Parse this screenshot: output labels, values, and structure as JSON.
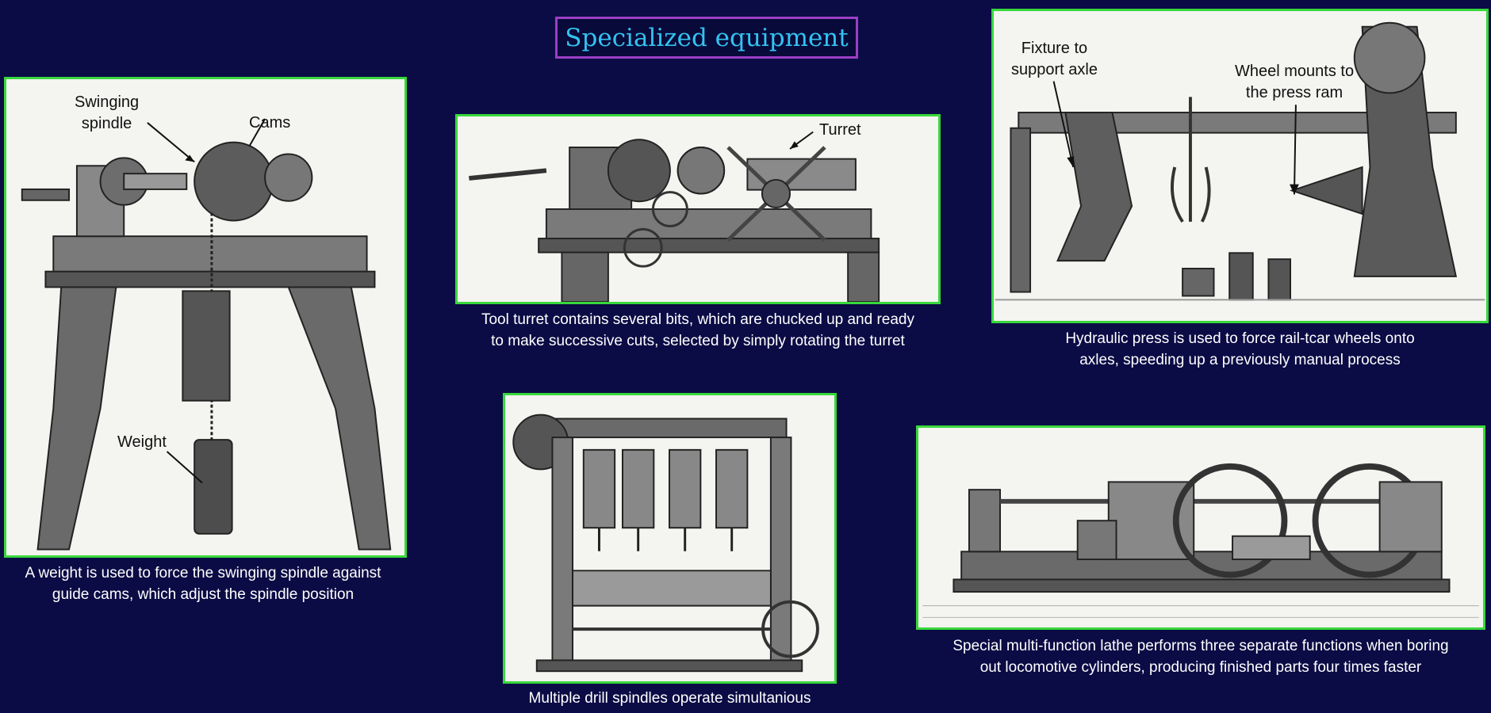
{
  "title": "Specialized equipment",
  "panels": {
    "swing": {
      "caption_line1": "A weight is used to force the swinging spindle against",
      "caption_line2": "guide cams, which adjust the spindle position",
      "label_swing_1": "Swinging",
      "label_swing_2": "spindle",
      "label_cams": "Cams",
      "label_weight": "Weight"
    },
    "turret": {
      "caption_line1": "Tool turret contains several bits, which are chucked up and ready",
      "caption_line2": "to make successive cuts, selected by simply rotating the turret",
      "label_turret": "Turret"
    },
    "press": {
      "caption_line1": "Hydraulic press is used to force rail-tcar wheels onto",
      "caption_line2": "axles, speeding up a previously manual process",
      "label_fixture_1": "Fixture to",
      "label_fixture_2": "support axle",
      "label_wheel_1": "Wheel mounts to",
      "label_wheel_2": "the press ram"
    },
    "drill": {
      "caption": "Multiple drill spindles operate simultanious"
    },
    "lathe": {
      "caption_line1": "Special multi-function lathe performs three separate functions when boring",
      "caption_line2": "out locomotive cylinders, producing finished parts four times faster"
    }
  },
  "colors": {
    "background": "#0b0c45",
    "title_text": "#33c3f0",
    "title_border": "#9b3fc4",
    "panel_border": "#38d83b"
  }
}
